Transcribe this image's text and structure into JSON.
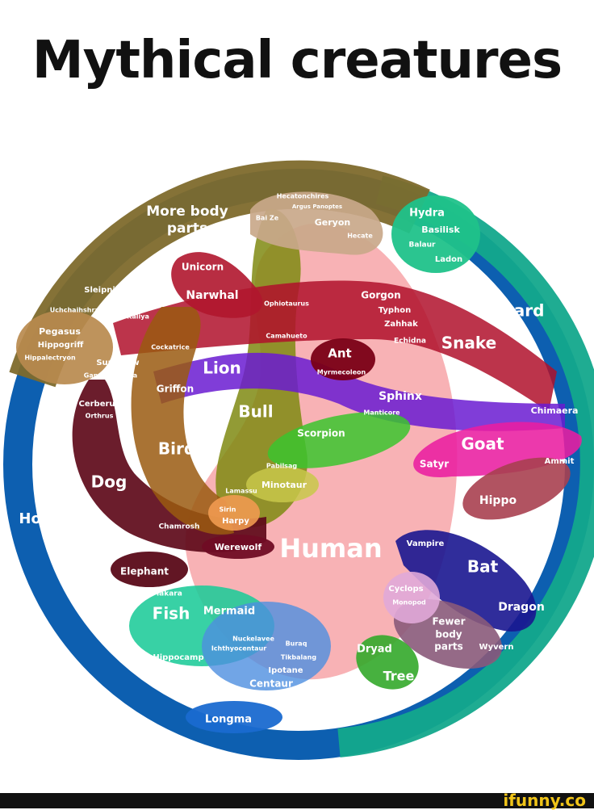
{
  "title": "Mythical creatures",
  "footer": {
    "logo": "ifunny.co"
  },
  "labels": {
    "more_body_parts": [
      "More body",
      "parts"
    ],
    "hecatonchires": "Hecatonchires",
    "argus": "Argus Panoptes",
    "bai_ze": "Bai Ze",
    "geryon": "Geryon",
    "hecate": "Hecate",
    "hydra": "Hydra",
    "basilisk": "Basilisk",
    "balaur": "Balaur",
    "ladon": "Ladon",
    "unicorn": "Unicorn",
    "narwhal": "Narwhal",
    "sleipnir": "Sleipnir",
    "uchchaihshravas": "Uchchaihshravas",
    "kaliya": "Kaliya",
    "pegasus": "Pegasus",
    "hippogriff": "Hippogriff",
    "hippalectryon": "Hippalectryon",
    "sun_crow": "Sun Crow",
    "gandaberunda": "Gandaberunda",
    "ophiotaurus": "Ophiotaurus",
    "gorgon": "Gorgon",
    "typhon": "Typhon",
    "zahhak": "Zahhak",
    "echidna": "Echidna",
    "lizard": "Lizard",
    "snake": "Snake",
    "camahueto": "Camahueto",
    "cockatrice": "Cockatrice",
    "ant": "Ant",
    "myrmecoleon": "Myrmecoleon",
    "lion": "Lion",
    "griffon": "Griffon",
    "sphinx": "Sphinx",
    "chimaera": "Chimaera",
    "manticore": "Manticore",
    "cerberus": "Cerberus",
    "orthrus": "Orthrus",
    "bull": "Bull",
    "scorpion": "Scorpion",
    "goat": "Goat",
    "satyr": "Satyr",
    "ammit": "Ammit",
    "bird": "Bird",
    "pabilsag": "Pabilsag",
    "minotaur": "Minotaur",
    "lamassu": "Lamassu",
    "dog": "Dog",
    "hippo": "Hippo",
    "sirin": "Sirin",
    "harpy": "Harpy",
    "horse": "Horse",
    "chamrosh": "Chamrosh",
    "werewolf": "Werewolf",
    "human": "Human",
    "vampire": "Vampire",
    "bat": "Bat",
    "elephant": "Elephant",
    "makara": "Makara",
    "cyclops": "Cyclops",
    "monopod": "Monopod",
    "dragon": "Dragon",
    "fish": "Fish",
    "mermaid": "Mermaid",
    "fewer_body_parts": [
      "Fewer",
      "body",
      "parts"
    ],
    "wyvern": "Wyvern",
    "nuckelavee": "Nuckelavee",
    "ichthyocentaur": "Ichthyocentaur",
    "buraq": "Buraq",
    "tikbalang": "Tikbalang",
    "ipotane": "Ipotane",
    "centaur": "Centaur",
    "hippocamp": "Hippocamp",
    "dryad": "Dryad",
    "tree": "Tree",
    "longma": "Longma"
  }
}
